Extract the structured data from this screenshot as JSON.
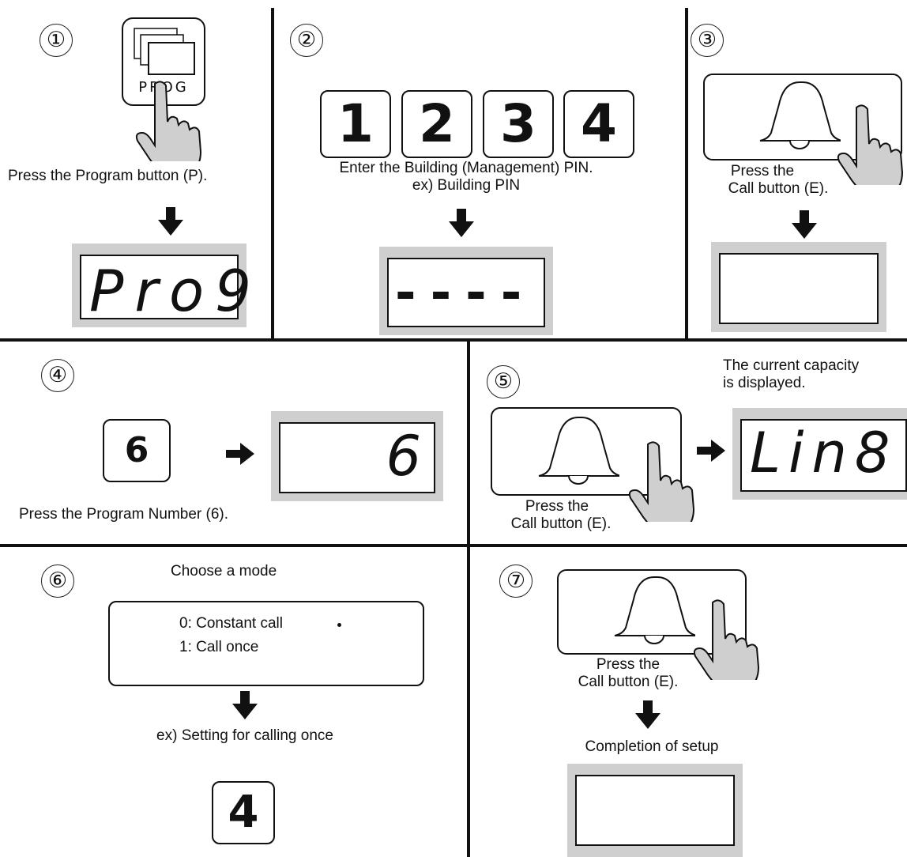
{
  "steps": {
    "s1": {
      "num": "①",
      "key_label": "PROG",
      "caption": "Press the Program button (P).",
      "display": "Pro9"
    },
    "s2": {
      "num": "②",
      "keys": [
        "1",
        "2",
        "3",
        "4"
      ],
      "caption1": "Enter the Building (Management) PIN.",
      "caption2": "ex) Building PIN",
      "display": "----"
    },
    "s3": {
      "num": "③",
      "caption1": "Press the",
      "caption2": "Call button (E).",
      "display": ""
    },
    "s4": {
      "num": "④",
      "key": "6",
      "caption": "Press the Program Number (6).",
      "display": "6"
    },
    "s5": {
      "num": "⑤",
      "note1": "The current capacity",
      "note2": "is displayed.",
      "caption1": "Press the",
      "caption2": "Call button (E).",
      "display": "Lin8"
    },
    "s6": {
      "num": "⑥",
      "title": "Choose a mode",
      "option0": "0: Constant call",
      "option1": "1: Call once",
      "caption": "ex) Setting for calling once",
      "key": "4"
    },
    "s7": {
      "num": "⑦",
      "caption1": "Press the",
      "caption2": "Call button (E).",
      "caption3": "Completion of setup",
      "display": ""
    }
  }
}
